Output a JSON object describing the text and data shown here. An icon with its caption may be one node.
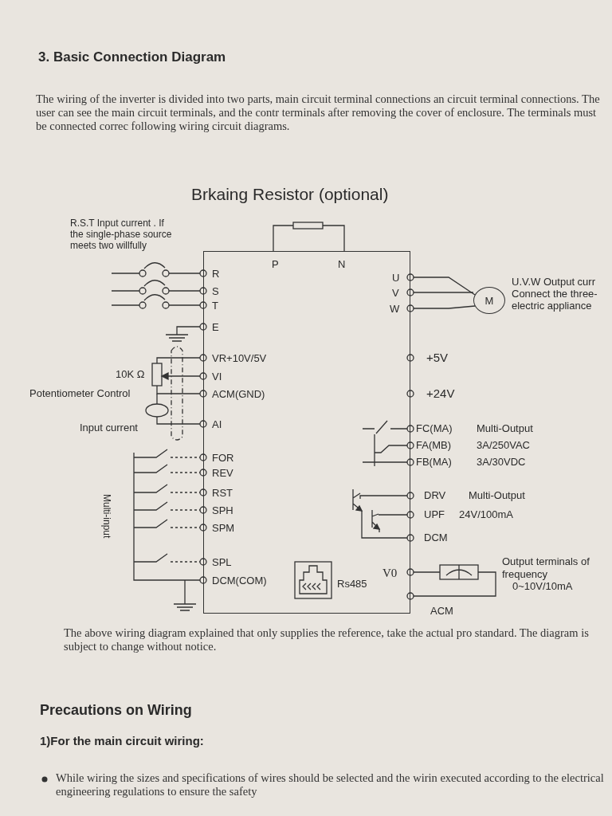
{
  "diagram": {
    "title": "3. Basic Connection Diagram",
    "nodes": [
      {
        "text": [
          "P",
          "N",
          "R",
          "S",
          "T",
          "E",
          "VR+10V/5V",
          "VI",
          "ACM(GND)",
          "AI",
          "FOR",
          "REV",
          "RST",
          "SPH",
          "SPM",
          "SPL",
          "DCM(COM)",
          "Rs485",
          "U",
          "V",
          "W",
          "V0"
        ]
      },
      {
        "text": [
          "M"
        ],
        "beside": [
          "U.V.W Output curr Connect the three- electric appliance"
        ]
      }
    ],
    "edges": [
      {
        "from": 0,
        "to": 1,
        "arrow": "other"
      },
      {
        "from": 0,
        "to": 1,
        "arrow": "other"
      },
      {
        "from": 0,
        "to": 1,
        "arrow": "other"
      }
    ],
    "labels": [
      "The wiring of the inverter is divided into two parts, main circuit terminal connections an circuit terminal connections. The user can see the main circuit terminals, and the contr terminals after removing the cover of enclosure. The terminals must be connected correc following wiring circuit diagrams.",
      "Brkaing Resistor (optional)",
      "R.S.T Input current . If the single-phase source meets two willfully",
      "10K Ω",
      "Potentiometer Control",
      "Input current",
      "Multi-input",
      "+5V",
      "+24V",
      "FC(MA)",
      "Multi-Output",
      "FA(MB)",
      "3A/250VAC",
      "FB(MA)",
      "3A/30VDC",
      "DRV",
      "Multi-Output",
      "UPF",
      "24V/100mA",
      "DCM",
      "Output terminals of frequency",
      "0~10V/10mA",
      "ACM",
      "The above wiring diagram explained that only supplies the reference, take the actual pro standard. The diagram is subject to change without notice.",
      "Precautions on Wiring",
      "1)For the main circuit wiring:",
      "While wiring the sizes and specifications of wires should be selected and the wirin executed according to the electrical engineering regulations to ensure the safety"
    ]
  }
}
